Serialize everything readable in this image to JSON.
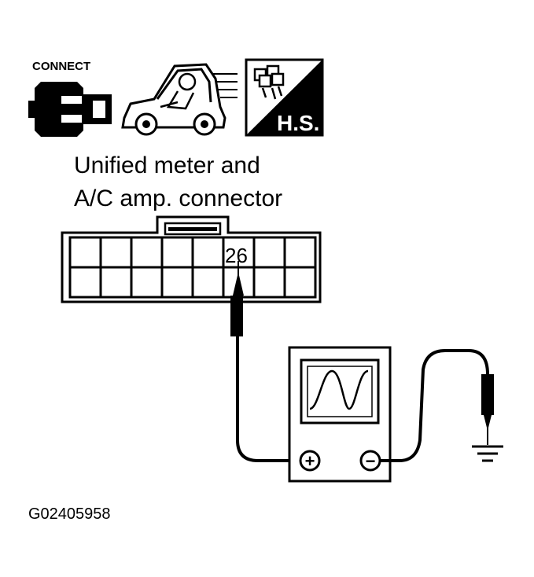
{
  "icons": {
    "connect_label": "CONNECT",
    "hs_label": "H.S.",
    "connect_icon": "connector-plug-icon",
    "driving_icon": "car-driving-icon",
    "hs_icon": "heat-shrink-harness-icon"
  },
  "title": {
    "line1": "Unified meter and",
    "line2": "A/C amp. connector"
  },
  "connector": {
    "terminal_label": "26"
  },
  "meter": {
    "positive_symbol": "+",
    "negative_symbol": "−",
    "display_icon": "sine-wave-icon"
  },
  "ground_icon": "ground-symbol-icon",
  "figure_id": "G02405958",
  "colors": {
    "ink": "#000000",
    "paper": "#ffffff"
  }
}
